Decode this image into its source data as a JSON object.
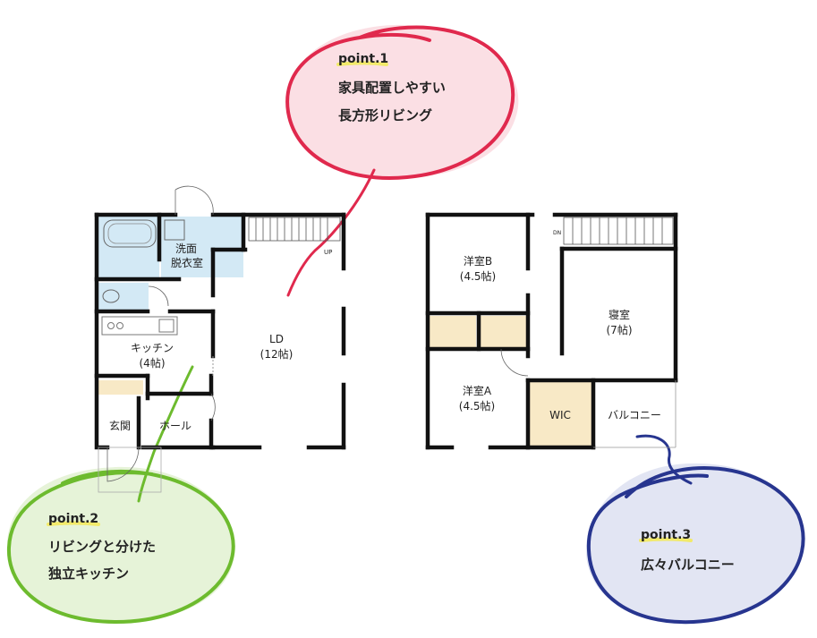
{
  "rooms_1f": {
    "senmen": [
      "洗面",
      "脱衣室"
    ],
    "kitchen": [
      "キッチン",
      "(4帖)"
    ],
    "ld": [
      "LD",
      "(12帖)"
    ],
    "genkan": "玄関",
    "hall": "ホール",
    "up": "UP"
  },
  "rooms_2f": {
    "youshitsu_b": [
      "洋室B",
      "(4.5帖)"
    ],
    "youshitsu_a": [
      "洋室A",
      "(4.5帖)"
    ],
    "shinshitsu": [
      "寝室",
      "(7帖)"
    ],
    "wic": "WIC",
    "balcony": "バルコニー",
    "dn": "DN"
  },
  "callouts": [
    {
      "label": "point.1",
      "lines": [
        "家具配置しやすい",
        "長方形リビング"
      ],
      "color": "#e0294d",
      "fill": "#fbdfe4"
    },
    {
      "label": "point.2",
      "lines": [
        "リビングと分けた",
        "独立キッチン"
      ],
      "color": "#6dbb2e",
      "fill": "#e6f3d8"
    },
    {
      "label": "point.3",
      "lines": [
        "広々バルコニー"
      ],
      "color": "#27358f",
      "fill": "#e2e5f3"
    }
  ],
  "colors": {
    "wall": "#111111",
    "wet_area": "#d3e9f5",
    "storage": "#f8e9c6",
    "highlight": "#f2ea6a"
  }
}
